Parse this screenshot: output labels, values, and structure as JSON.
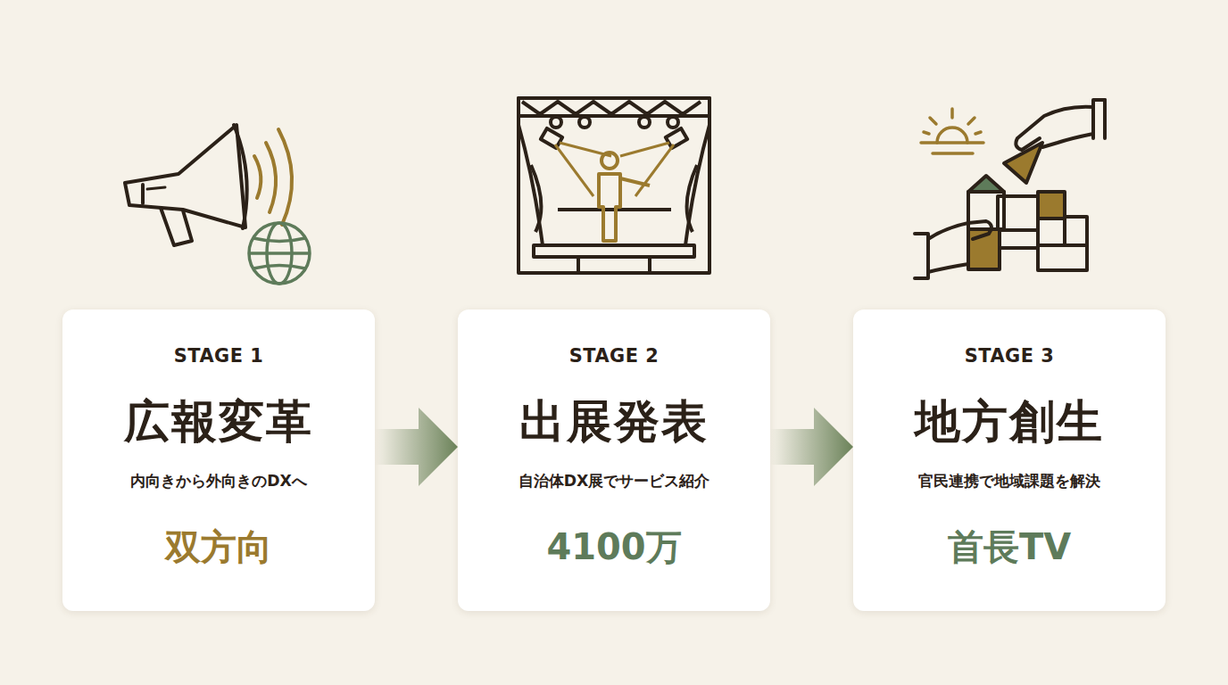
{
  "diagram": {
    "nodes": [
      {
        "text": [
          "STAGE 1",
          "広報変革",
          "内向きから外向きのDXへ",
          "双方向"
        ]
      },
      {
        "text": [
          "STAGE 2",
          "出展発表",
          "自治体DX展でサービス紹介",
          "4100万"
        ]
      },
      {
        "text": [
          "STAGE 3",
          "地方創生",
          "官民連携で地域課題を解決",
          "首長TV"
        ]
      }
    ],
    "edges": [
      {
        "from": 0,
        "to": 1,
        "arrow": "to"
      },
      {
        "from": 1,
        "to": 2,
        "arrow": "to"
      }
    ]
  }
}
